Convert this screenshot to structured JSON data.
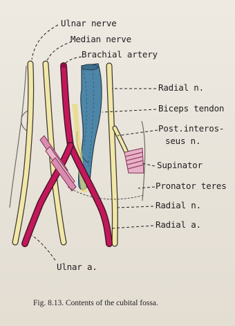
{
  "figure": {
    "caption_prefix": "Fig. 8.13.",
    "caption_text": "Contents of the cubital fossa."
  },
  "labels": {
    "ulnar_nerve": "Ulnar nerve",
    "median_nerve": "Median nerve",
    "brachial_artery": "Brachial artery",
    "radial_n_top": "Radial n.",
    "biceps_tendon": "Biceps tendon",
    "post_interosseus_1": "Post.interos-",
    "post_interosseus_2": "seus n.",
    "supinator": "Supinator",
    "pronator_teres": "Pronator teres",
    "radial_n_bottom": "Radial n.",
    "radial_a": "Radial a.",
    "ulnar_a": "Ulnar a."
  },
  "colors": {
    "artery": "#c2185b",
    "nerve": "#f1e7a8",
    "tendon": "#4e86a8",
    "muscle_pink": "#d98bb0",
    "ink": "#1e1d1f"
  }
}
